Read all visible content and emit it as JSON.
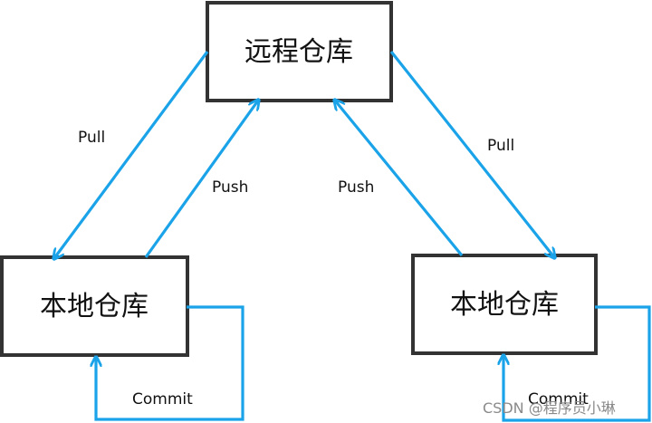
{
  "nodes": {
    "remote": "远程仓库",
    "local_left": "本地仓库",
    "local_right": "本地仓库"
  },
  "edges": {
    "pull_left": "Pull",
    "push_left": "Push",
    "push_right": "Push",
    "pull_right": "Pull",
    "commit_left": "Commit",
    "commit_right": "Commit"
  },
  "watermark": "CSDN @程序员小琳",
  "colors": {
    "arrow": "#1AA3E8",
    "box_border": "#333333",
    "text": "#111111"
  }
}
